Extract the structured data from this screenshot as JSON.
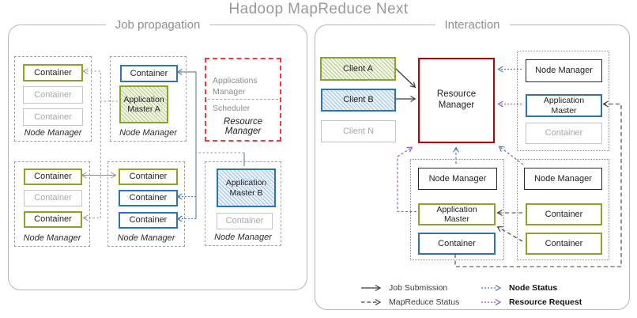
{
  "page_title": "Hadoop MapReduce Next",
  "colors": {
    "green": "#8aa424",
    "blue": "#2e74b5",
    "red_dashed": "#ef3b3b",
    "red_solid": "#c00000",
    "arrow_blue": "#4472c4",
    "arrow_purple": "#8850c8",
    "gray_text": "#a8a8a8",
    "title_gray": "#8f8f8f"
  },
  "left_panel": {
    "title": "Job propagation",
    "groups": {
      "top_left": {
        "containers": [
          "Container",
          "Container",
          "Container"
        ],
        "label": "Node Manager"
      },
      "top_middle": {
        "container": "Container",
        "app_master": "Application Master A",
        "label": "Node Manager"
      },
      "resource_manager": {
        "applications_manager": "Applications Manager",
        "scheduler": "Scheduler",
        "label": "Resource Manager"
      },
      "bottom_left": {
        "containers": [
          "Container",
          "Container",
          "Container"
        ],
        "label": "Node Manager"
      },
      "bottom_middle": {
        "containers": [
          "Container",
          "Container",
          "Container"
        ],
        "label": "Node Manager"
      },
      "bottom_right": {
        "app_master": "Application Master B",
        "container": "Container",
        "label": "Node Manager"
      }
    }
  },
  "right_panel": {
    "title": "Interaction",
    "clients": [
      "Client A",
      "Client B",
      "Client N"
    ],
    "resource_manager": "Resource Manager",
    "groups": {
      "top_right": {
        "node_manager": "Node Manager",
        "application_master": "Application Master",
        "container": "Container"
      },
      "bottom_middle": {
        "node_manager": "Node Manager",
        "application_master": "Application Master",
        "container": "Container"
      },
      "bottom_right": {
        "node_manager": "Node Manager",
        "containers": [
          "Container",
          "Container"
        ]
      }
    },
    "legend": {
      "job_submission": "Job Submission",
      "mapreduce_status": "MapReduce Status",
      "node_status": "Node Status",
      "resource_request": "Resource Request"
    }
  }
}
